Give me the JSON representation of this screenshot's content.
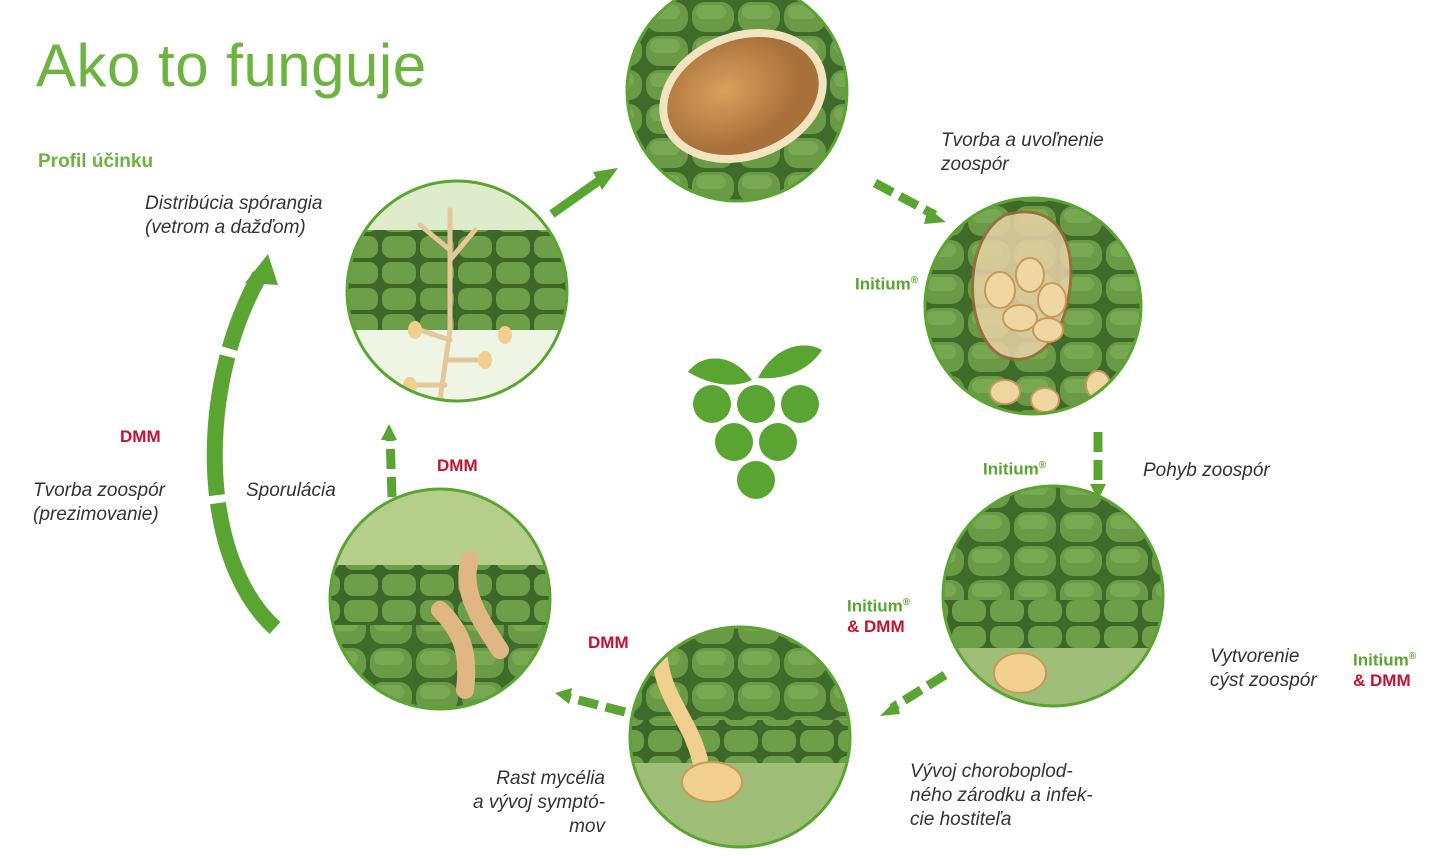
{
  "title": "Ako to funguje",
  "subtitle": "Profil účinku",
  "captions": {
    "distribution": "Distribúcia spórangia\n(vetrom a dažďom)",
    "release": "Tvorba a uvoľnenie\nzoospór",
    "movement": "Pohyb zoospór",
    "cysts": "Vytvorenie\ncýst zoospór",
    "development": "Vývoj choroboplod-\nného zárodku a infek-\ncie hostiteľa",
    "mycelium": "Rast mycélia\na vývoj symptó-\nmov",
    "sporulation": "Sporulácia",
    "overwinter": "Tvorba zoospór\n(prezimovanie)"
  },
  "tags": {
    "initium": "Initium",
    "reg": "®",
    "dmm": "DMM",
    "and_dmm": "& DMM"
  },
  "colors": {
    "brand_green": "#6cb33f",
    "arrow_green": "#5aa531",
    "dmm_red": "#c8102e",
    "leaf_dark": "#3f6b2a",
    "leaf_mid": "#5b8a3a"
  },
  "icons": [
    "grape-cluster-icon"
  ]
}
